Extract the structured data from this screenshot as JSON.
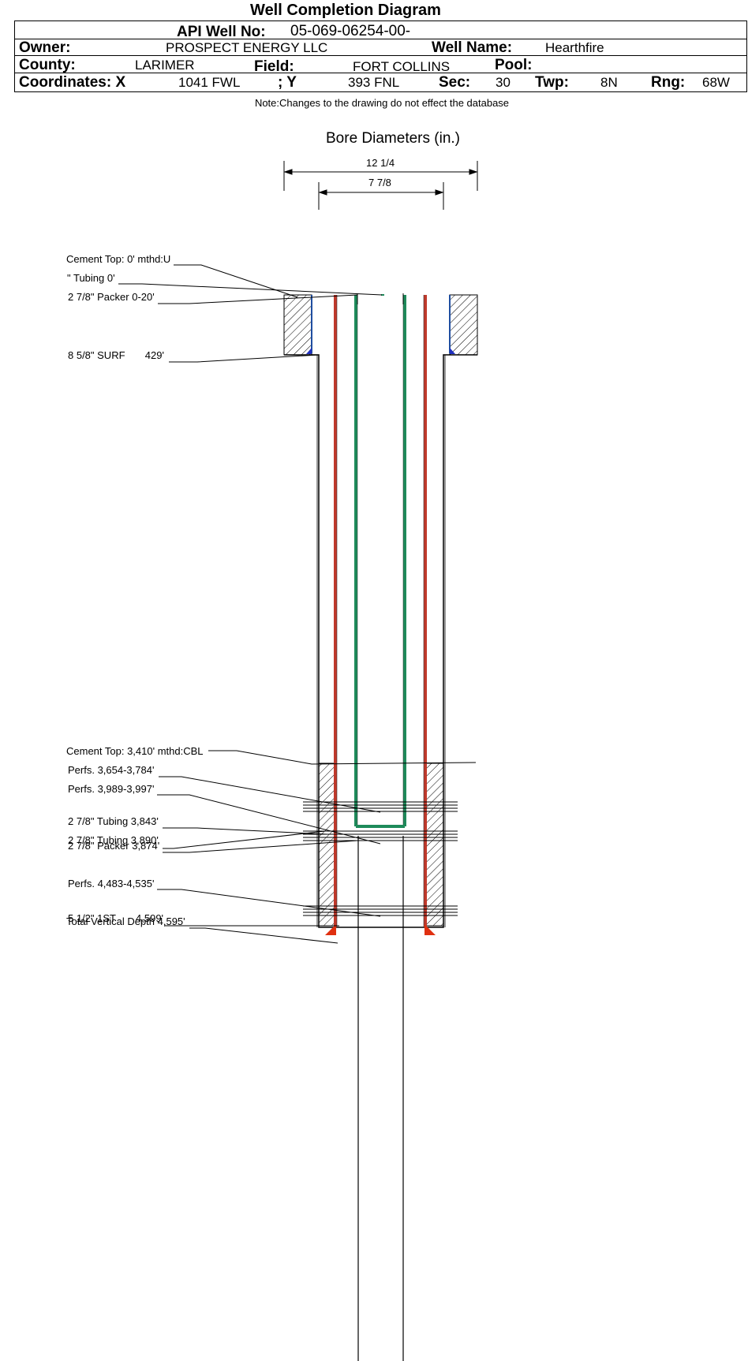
{
  "title": "Well Completion Diagram",
  "header": {
    "api_label": "API Well No:",
    "api_value": "05-069-06254-00-",
    "owner_label": "Owner:",
    "owner_value": "PROSPECT ENERGY LLC",
    "well_name_label": "Well Name:",
    "well_name_value": "Hearthfire",
    "county_label": "County:",
    "county_value": "LARIMER",
    "field_label": "Field:",
    "field_value": "FORT COLLINS",
    "pool_label": "Pool:",
    "pool_value": "",
    "coord_x_label": "Coordinates: X",
    "coord_x_value": "1041 FWL",
    "coord_y_label": "; Y",
    "coord_y_value": "393 FNL",
    "sec_label": "Sec:",
    "sec_value": "30",
    "twp_label": "Twp:",
    "twp_value": "8N",
    "rng_label": "Rng:",
    "rng_value": "68W"
  },
  "note": "Note:Changes to the drawing do not effect the database",
  "bore": {
    "heading": "Bore Diameters (in.)",
    "outer": "12 1/4",
    "inner": "7 7/8"
  },
  "labels": {
    "cement_top_1": "Cement Top: 0' mthd:U",
    "tubing_0": "\" Tubing 0'",
    "packer_0_20": "2 7/8\" Packer 0-20'",
    "surf": "8 5/8\" SURF       429'",
    "cement_top_2": "Cement Top: 3,410' mthd:CBL",
    "perfs_1": "Perfs. 3,654-3,784'",
    "perfs_2": "Perfs. 3,989-3,997'",
    "tubing_3843": "2 7/8\" Tubing 3,843'",
    "tubing_3890": "2 7/8\" Tubing 3,890'",
    "packer_3874": "2 7/8\" Packer 3,874'",
    "perfs_3": "Perfs. 4,483-4,535'",
    "prod_casing": "5 1/2\" 1ST       4,599'",
    "tvd": "Total Vertical Depth 4,595'"
  },
  "colors": {
    "casing": "#c0392b",
    "tubing": "#1e8a5a",
    "cement_shoe": "#1f2fbf",
    "hatch": "#000000"
  }
}
